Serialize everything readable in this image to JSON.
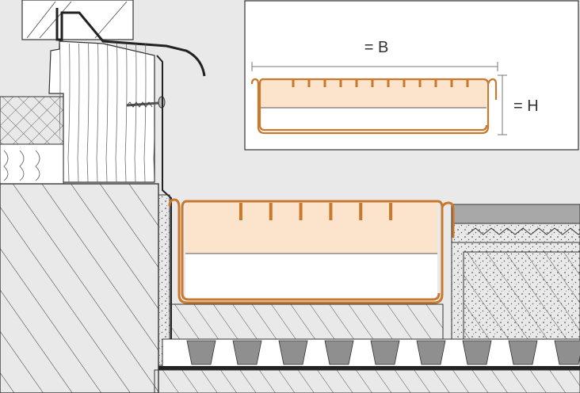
{
  "diagram": {
    "inset": {
      "width_label": "= B",
      "height_label": "= H"
    },
    "colors": {
      "profile_orange": "#c8792e",
      "foam_fill": "#fbe3cc",
      "hatch_line": "#333333",
      "background_gray": "#e9e9e9",
      "tile": "#a8a8a8",
      "membrane": "#222222"
    },
    "profile": {
      "slot_count_main": 6,
      "slot_count_inset": 12
    }
  }
}
